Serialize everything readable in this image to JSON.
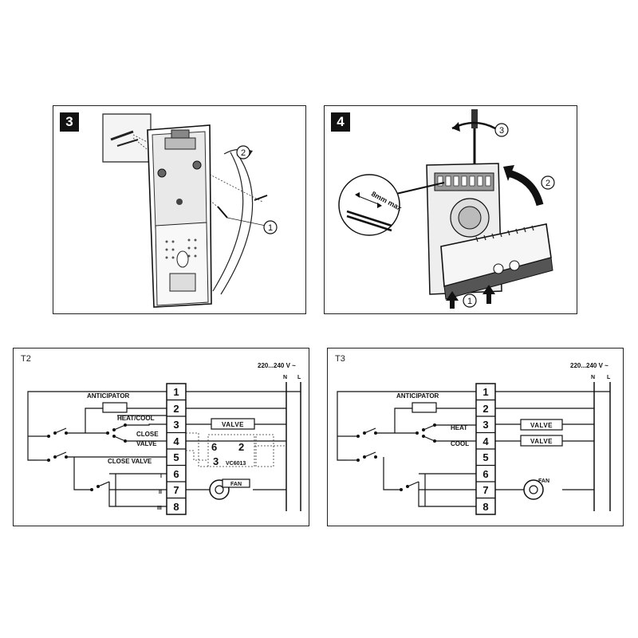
{
  "panel3": {
    "step": "3",
    "callouts": [
      "1",
      "2"
    ]
  },
  "panel4": {
    "step": "4",
    "callouts": [
      "1",
      "2",
      "3"
    ],
    "screw_note": "8mm max"
  },
  "t2": {
    "title": "T2",
    "supply": "220...240 V ~",
    "neutral": "N",
    "line": "L",
    "terminals": [
      "1",
      "2",
      "3",
      "4",
      "5",
      "6",
      "7",
      "8"
    ],
    "anticipator": "ANTICIPATOR",
    "heat_cool": "HEAT/COOL",
    "close": "CLOSE",
    "valve_word": "VALVE",
    "close_valve": "CLOSE VALVE",
    "valve_box": "VALVE",
    "fan": "FAN",
    "actuator_nums": [
      "6",
      "2",
      "3"
    ],
    "actuator_model": "VC6013",
    "speed_marks": [
      "I",
      "II",
      "III"
    ]
  },
  "t3": {
    "title": "T3",
    "supply": "220...240 V ~",
    "neutral": "N",
    "line": "L",
    "terminals": [
      "1",
      "2",
      "3",
      "4",
      "5",
      "6",
      "7",
      "8"
    ],
    "anticipator": "ANTICIPATOR",
    "heat": "HEAT",
    "cool": "COOL",
    "valve_box_1": "VALVE",
    "valve_box_2": "VALVE",
    "fan": "FAN"
  }
}
